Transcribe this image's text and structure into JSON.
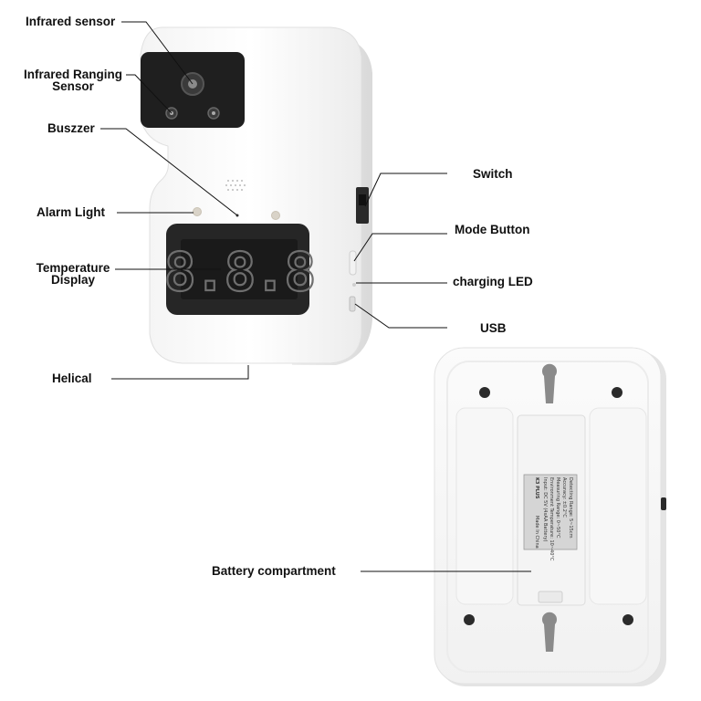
{
  "labels": {
    "infrared_sensor": "Infrared sensor",
    "infrared_ranging_line1": "Infrared Ranging",
    "infrared_ranging_line2": "Sensor",
    "buzzer": "Buszzer",
    "alarm_light": "Alarm Light",
    "temperature_line1": "Temperature",
    "temperature_line2": "Display",
    "helical": "Helical",
    "switch": "Switch",
    "mode_button": "Mode Button",
    "charging_led": "charging LED",
    "usb": "USB",
    "battery_compartment": "Battery compartment"
  },
  "display": {
    "readout": "8.8.8"
  },
  "nameplate": {
    "model": "K3 PLUS",
    "lines": [
      "Detecting Range: 5~15cm",
      "Accuracy: ±0.2°C",
      "Measuring Range: 0~50°C",
      "Environment Temperature: 10~40°C",
      "Input: DC 5V (4xAA Battery)"
    ],
    "made_in": "Made In China"
  },
  "colors": {
    "body": "#fdfdfd",
    "body_edge": "#e2e2e2",
    "sensor_panel": "#1f1f1f",
    "display_bezel": "#262626",
    "display_digits": "#6a6a6a",
    "leader_line": "#111111"
  }
}
